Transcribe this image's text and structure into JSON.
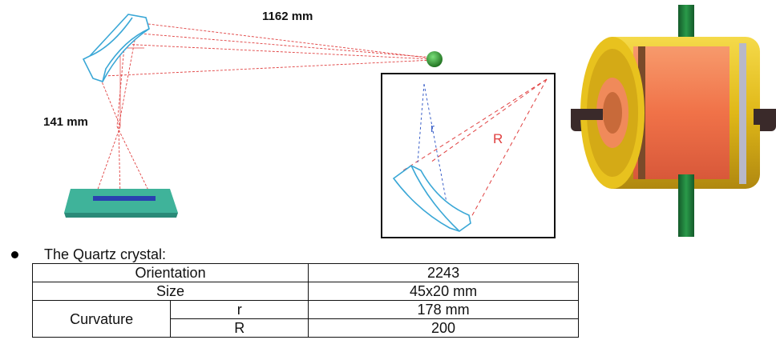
{
  "labels": {
    "distance_far": "1162 mm",
    "distance_near": "141 mm",
    "small_radius": "r",
    "large_radius": "R"
  },
  "crystal_heading": "The Quartz crystal:",
  "table": {
    "orientation_label": "Orientation",
    "orientation_value": "2243",
    "size_label": "Size",
    "size_value": "45x20 mm",
    "curvature_label": "Curvature",
    "r_label": "r",
    "r_value": "178 mm",
    "R_label": "R",
    "R_value": "200"
  },
  "colors": {
    "crystal_outline": "#3aa7d6",
    "ray": "#e04040",
    "r_label": "#3a5fc8",
    "R_label": "#e04040",
    "source_ball": "#2a8a2a",
    "detector": "#3fb39a",
    "detector_strip": "#2a3fb0",
    "coil_outer": "#e8c21e",
    "coil_middle": "#f07a4a",
    "coil_band_dark": "#7a4a2a",
    "coil_band_light": "#b8b8c8",
    "rod_green": "#1f7a3a",
    "rod_dark": "#3a2a2a"
  }
}
